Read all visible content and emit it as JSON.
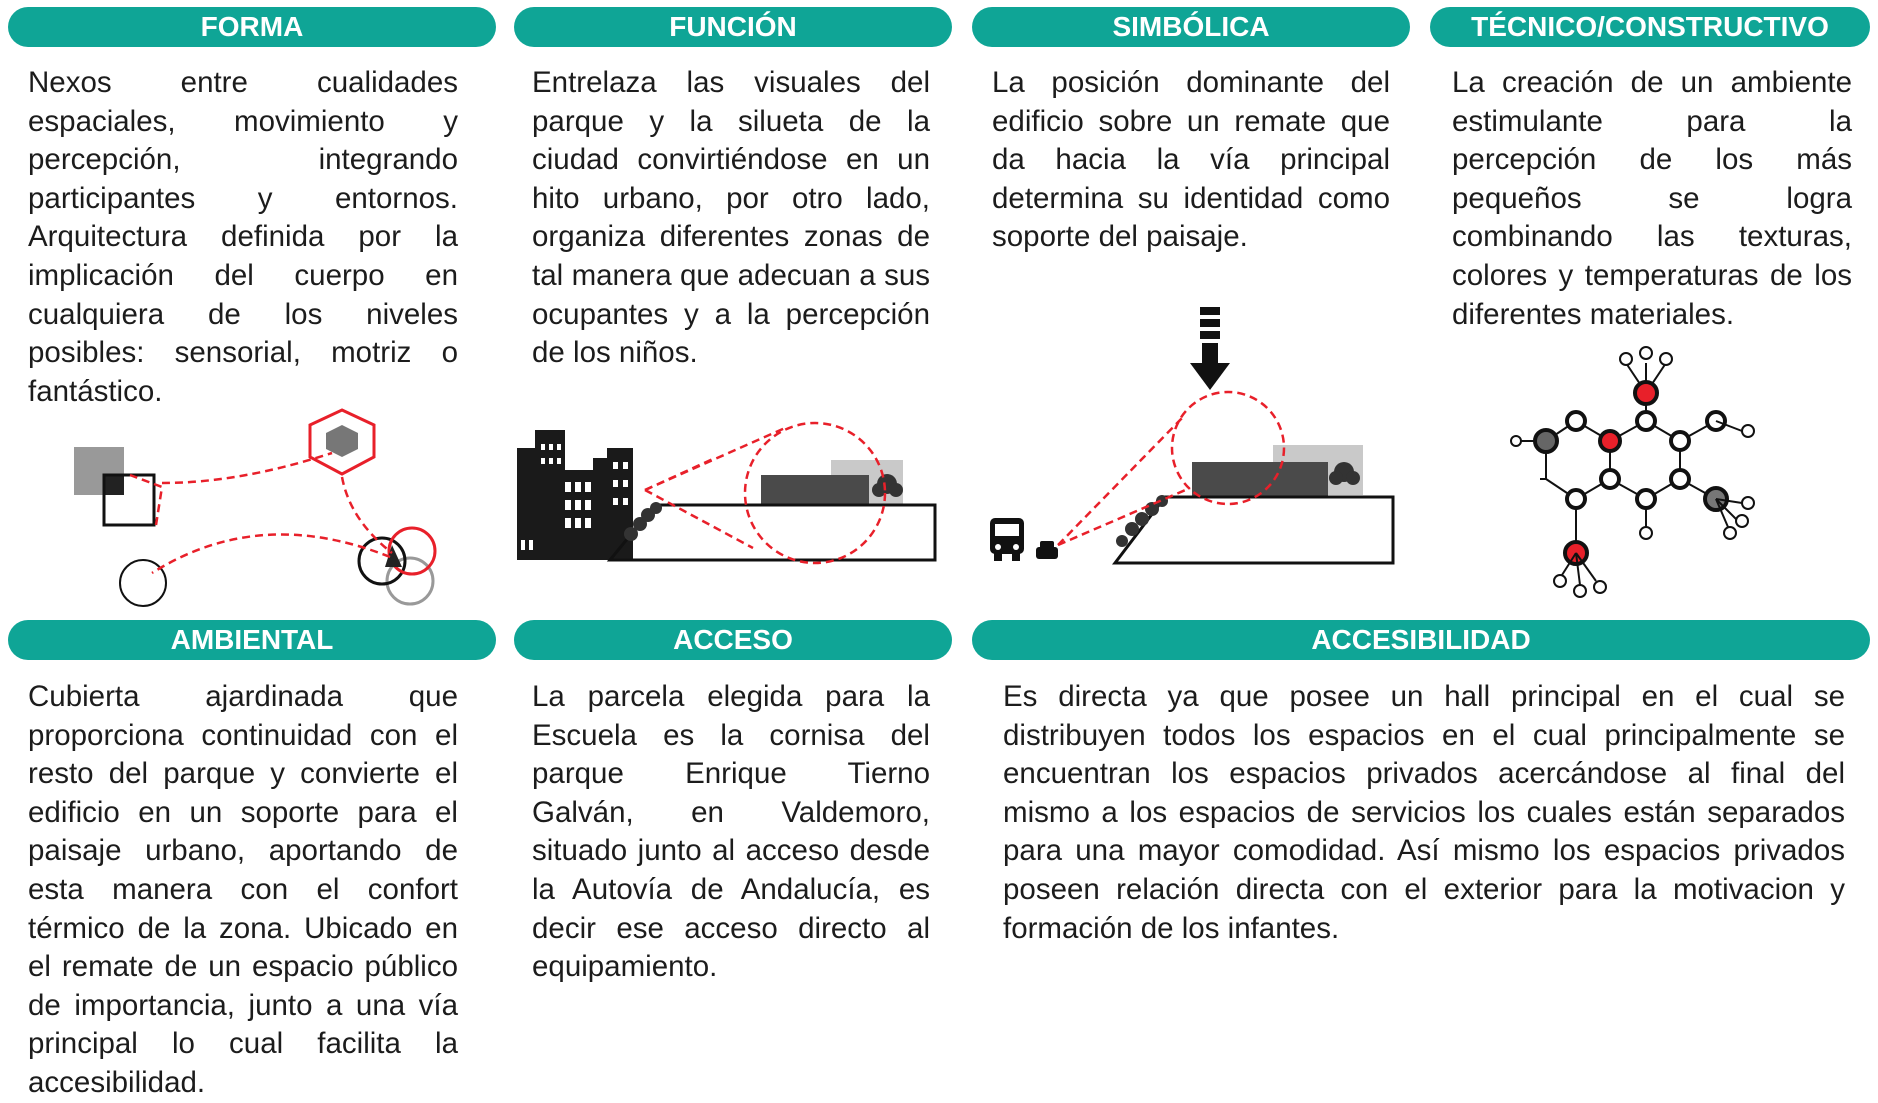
{
  "colors": {
    "header_bg": "#0fa596",
    "header_text": "#ffffff",
    "accent_red": "#e8202a",
    "text": "#1c1c1c"
  },
  "sections": {
    "forma": {
      "title": "FORMA",
      "text": "Nexos entre cualidades espaciales, movimiento y percepción, integrando participantes y entornos. Arquitectura definida por la implicación del cuerpo en cualquiera de los niveles posibles: sensorial, motriz o fantástico."
    },
    "funcion": {
      "title": "FUNCIÓN",
      "text": "Entrelaza las visuales del parque y la silueta de la ciudad convirtiéndose en un hito urbano, por otro lado, organiza diferentes zonas de tal manera que adecuan a sus ocupantes y a la percepción de los niños."
    },
    "simbolica": {
      "title": "SIMBÓLICA",
      "text": "La posición dominante del edificio sobre un remate que da hacia la vía principal determina su identidad como soporte del paisaje."
    },
    "tecnico": {
      "title": "TÉCNICO/CONSTRUCTIVO",
      "text": "La creación de un ambiente estimulante para la percepción de los más pequeños se logra combinando las texturas, colores y temperaturas de los diferentes materiales."
    },
    "ambiental": {
      "title": "AMBIENTAL",
      "text": "Cubierta ajardinada que proporciona continuidad con el resto del parque y convierte el edificio en un soporte para el paisaje urbano, aportando de esta manera con el confort térmico de la zona. Ubicado en el remate de un espacio público de importancia, junto a una vía principal lo cual facilita la accesibilidad."
    },
    "acceso": {
      "title": "ACCESO",
      "text": "La parcela elegida para la Escuela es la cornisa del parque Enrique Tierno Galván, en Valdemoro, situado junto al acceso desde la Autovía de Andalucía, es decir ese acceso directo al equipamiento."
    },
    "accesibilidad": {
      "title": "ACCESIBILIDAD",
      "text": "Es directa ya que posee un hall principal en el cual se distribuyen todos los espacios en el cual principalmente se encuentran los espacios privados acercándose al final del mismo a los espacios de servicios los cuales están separados para una mayor comodidad. Así mismo los espacios privados poseen relación directa con el exterior para la motivacion y formación de los infantes."
    }
  }
}
